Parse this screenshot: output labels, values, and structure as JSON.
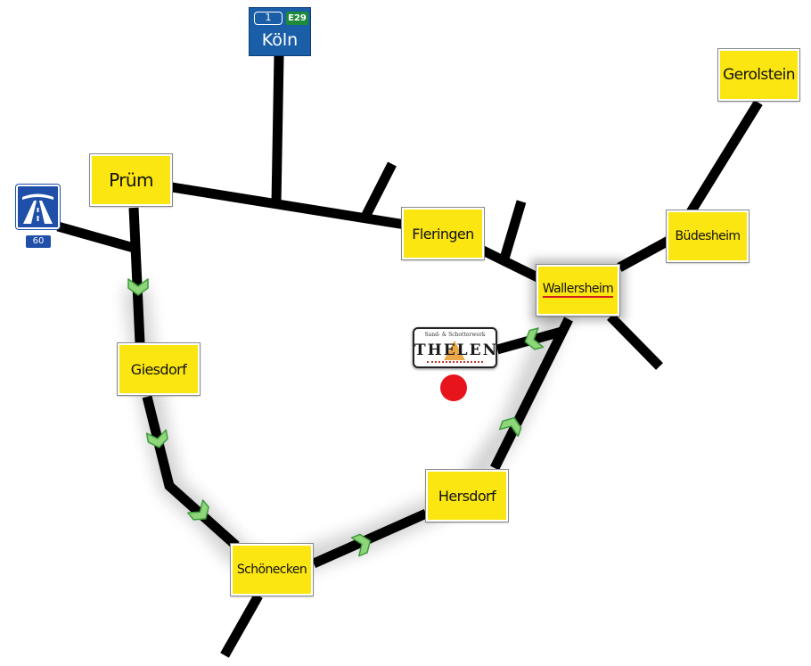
{
  "motorway_sign": {
    "number": "1",
    "european_route": "E29",
    "city": "Köln"
  },
  "autobahn": {
    "number": "60"
  },
  "towns": {
    "pruem": "Prüm",
    "fleringen": "Fleringen",
    "gerolstein": "Gerolstein",
    "buedesheim": "Büdesheim",
    "wallersheim": "Wallersheim",
    "giesdorf": "Giesdorf",
    "hersdorf": "Hersdorf",
    "schoenecken": "Schönecken"
  },
  "destination_logo": {
    "tagline": "Sand- & Schotterwerk",
    "brand": "THELEN"
  },
  "colors": {
    "road": "#000000",
    "town_sign": "#fbe612",
    "route_arrow": "#8fd67a",
    "destination_marker": "#e8141b",
    "motorway_blue": "#1b5ea8",
    "european_route_green": "#1d8a3a"
  }
}
